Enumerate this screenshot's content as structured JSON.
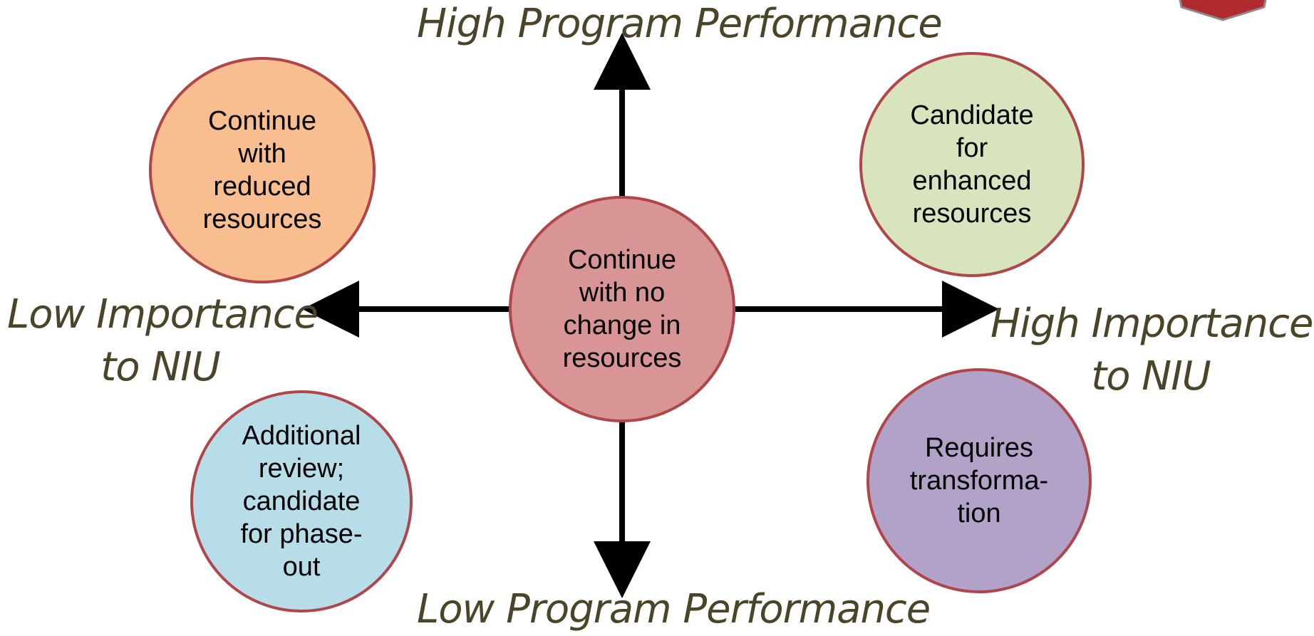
{
  "axes": {
    "top": "High Program Performance",
    "bottom": "Low Program Performance",
    "left": [
      "Low Importance",
      "to NIU"
    ],
    "right": [
      "High Importance",
      "to NIU"
    ]
  },
  "circles": {
    "top_left": {
      "text": "Continue\nwith\nreduced\nresources",
      "color": "#f8be8f"
    },
    "top_right": {
      "text": "Candidate\nfor\nenhanced\nresources",
      "color": "#d8e4bd"
    },
    "center": {
      "text": "Continue\nwith no\nchange in\nresources",
      "color": "#d99595"
    },
    "bottom_left": {
      "text": "Additional\nreview;\ncandidate\nfor phase-\nout",
      "color": "#b6dde8"
    },
    "bottom_right": {
      "text": "Requires\ntransforma-\ntion",
      "color": "#b2a2c7"
    }
  },
  "colors": {
    "circle_border": "#b0454a",
    "axis_label": "#4a4428",
    "arrow": "#000000",
    "logo": "#b02a2e"
  },
  "icons": {
    "corner_logo": "red-badge-logo"
  }
}
